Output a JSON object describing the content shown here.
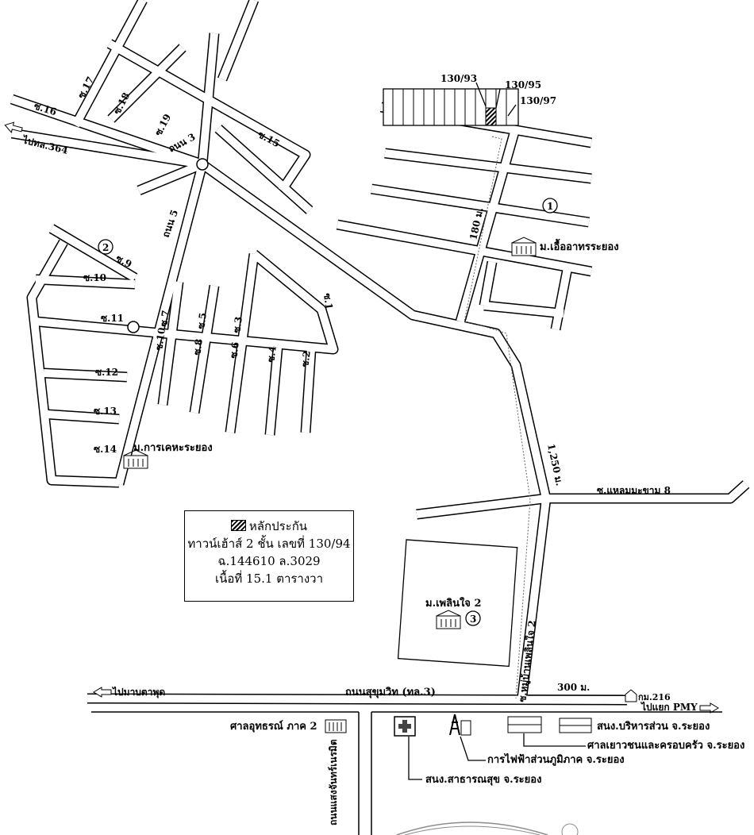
{
  "legend": {
    "title": "หลักประกัน",
    "line1": "ทาวน์เฮ้าส์ 2 ชั้น เลขที่ 130/94",
    "line2": "ฉ.144610 ล.3029",
    "line3": "เนื้อที่ 15.1 ตารางวา"
  },
  "parcels": {
    "p1": "130/93",
    "p2": "130/95",
    "p3": "130/97"
  },
  "markers": {
    "m1": "1",
    "m2": "2",
    "m3": "3"
  },
  "roads": {
    "to_364": "ไปทล.364",
    "soi16": "ซ.16",
    "soi17": "ซ.17",
    "soi18": "ซ.18",
    "soi19": "ซ.19",
    "thanon3": "ถนน 3",
    "soi15": "ซ.15",
    "thanon5": "ถนน 5",
    "soi9": "ซ.9",
    "soi10": "ซ.10",
    "soi11": "ซ.11",
    "soi12": "ซ.12",
    "soi13": "ซ.13",
    "soi14": "ซ.14",
    "soi7": "ซ.7",
    "soi5": "ซ.5",
    "soi3": "ซ.3",
    "soi1": "ซ.1",
    "soi10b": "ซ.10",
    "soi8": "ซ.8",
    "soi6": "ซ.6",
    "soi4": "ซ.4",
    "soi2": "ซ.2",
    "laem": "ซ.แหลมมะขาม 8",
    "sukhumvit": "ถนนสุขุมวิท (ทล.3)",
    "to_mabtaphut": "ไปมาบตาพุด",
    "to_pmy": "ไปแยก PMY",
    "km": "กม.216",
    "village_road": "ซ.หมู่บ้านเพลินใจ 2",
    "chan_road": "ถนนแสงจันทร์เนรมิต"
  },
  "distances": {
    "d180": "180 ม.",
    "d1250": "1,250 ม.",
    "d300": "300 ม."
  },
  "places": {
    "euaarthorn": "ม.เอื้ออาทรระยอง",
    "kehakarn": "ม.การเคหะระยอง",
    "ploenjai": "ม.เพลินใจ 2",
    "court2": "ศาลอุทธรณ์ ภาค 2",
    "provincial_office": "สนง.บริหารส่วน จ.ระยอง",
    "juvenile_court": "ศาลเยาวชนและครอบครัว จ.ระยอง",
    "electricity": "การไฟฟ้าส่วนภูมิภาค จ.ระยอง",
    "health_office": "สนง.สาธารณสุข จ.ระยอง"
  },
  "colors": {
    "ink": "#000000",
    "paper": "#ffffff",
    "stamp": "#8c8c8c"
  },
  "icons": [
    "building-icon",
    "hospital-cross-icon",
    "power-tower-icon",
    "arrow-left-icon",
    "arrow-right-icon",
    "km-marker-icon"
  ]
}
